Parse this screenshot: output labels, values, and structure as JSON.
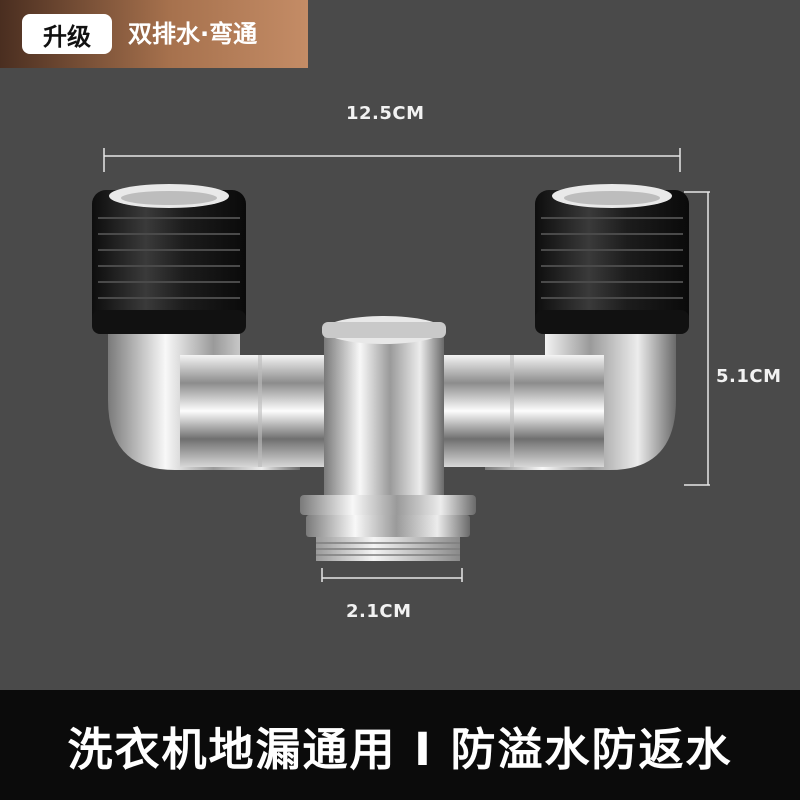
{
  "badge": {
    "tag": "升级",
    "text": "双排水·弯通"
  },
  "dimensions": {
    "width": "12.5CM",
    "height": "5.1CM",
    "outlet": "2.1CM"
  },
  "footer": {
    "text": "洗衣机地漏通用 I 防溢水防返水"
  },
  "colors": {
    "background": "#4a4a4a",
    "footer_bg": "#0b0b0b",
    "badge_accent": "#a6714d",
    "chrome": "#d9d9d9",
    "rubber": "#1a1a1a"
  }
}
